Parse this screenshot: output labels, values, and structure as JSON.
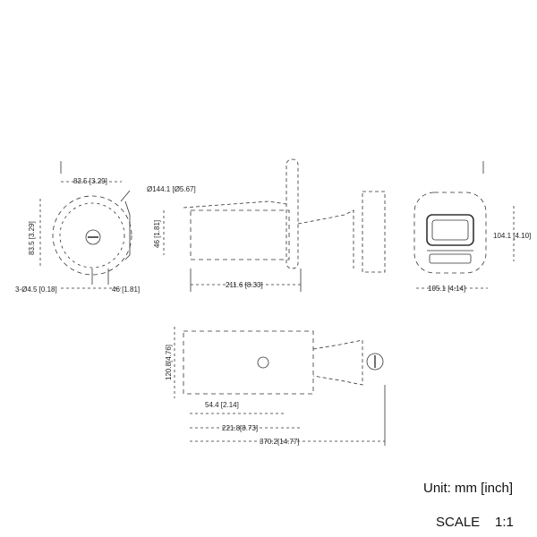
{
  "front_view": {
    "width_dim": "83.5 [3.29]",
    "diameter_dim": "Ø144.1 [Ø5.67]",
    "height_dim": "83.5 [3.29]",
    "depth_dim": "46 [1.81]",
    "hole_dim": "3-Ø4.5 [0.18]",
    "offset_dim": "46 [1.81]"
  },
  "side_view": {
    "length_dim": "211.6 [8.33]"
  },
  "back_view": {
    "width_dim": "105.1 [4.14]",
    "height_dim": "104.1 [4.10]"
  },
  "bottom_view": {
    "height_dim": "120.8[4.76]",
    "short_dim": "54.4 [2.14]",
    "mid_dim": "221.8[8.73]",
    "total_dim": "370.2[14.77]"
  },
  "footer": {
    "unit": "Unit: mm [inch]",
    "scale_label": "SCALE",
    "scale_value": "1:1"
  }
}
